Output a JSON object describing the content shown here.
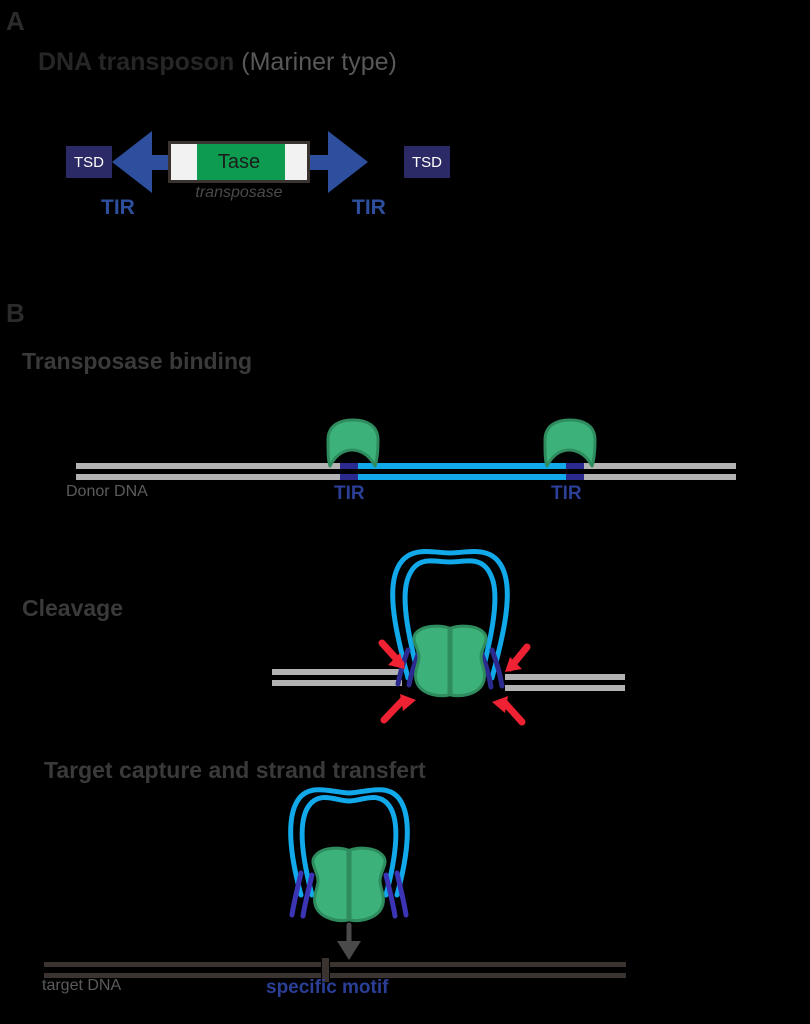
{
  "figure": {
    "background_color": "#000000",
    "panels": [
      {
        "letter": "A",
        "title_bold": "DNA transposon",
        "title_light": " (Mariner type)"
      },
      {
        "letter": "B"
      }
    ]
  },
  "panel_a": {
    "letter": "A",
    "title_bold": "DNA transposon",
    "title_light": "(Mariner type)",
    "tsd_left": "TSD",
    "tsd_right": "TSD",
    "gene_label": "Tase",
    "gene_sublabel": "transposase",
    "tir_left": "TIR",
    "tir_right": "TIR"
  },
  "panel_b": {
    "letter": "B",
    "steps": [
      {
        "id": "transposase-binding",
        "title": "Transposase binding",
        "dna_label": "Donor DNA",
        "tir_left": "TIR",
        "tir_right": "TIR"
      },
      {
        "id": "cleavage",
        "title": "Cleavage"
      },
      {
        "id": "target-capture",
        "title": "Target capture and strand transfert",
        "dna_label": "target DNA",
        "motif_label": "specific motif"
      }
    ]
  },
  "colors": {
    "background": "#000000",
    "transposase_green": "#3cb27a",
    "gene_green": "#0d9b50",
    "tsd_navy": "#2b2a66",
    "tir_blue": "#2e4f9e",
    "arrow_blue": "#2e4f9e",
    "transposon_cyan": "#12a9ea",
    "tir_dark_blue": "#2b2a8f",
    "donor_dna_gray": "#b3b3b3",
    "target_dna_dark": "#3a3330",
    "cleavage_arrow_red": "#ee2233",
    "heading_gray": "#3a3a3a",
    "label_gray": "#5b5b5b"
  },
  "icons": {
    "transposase_monomer": "protein-blob-icon",
    "left_arrow": "left-arrow-icon",
    "right_arrow": "right-arrow-icon",
    "cleavage_arrows": "red-cleavage-arrow-icon",
    "insertion_arrow": "down-insertion-arrow-icon"
  }
}
